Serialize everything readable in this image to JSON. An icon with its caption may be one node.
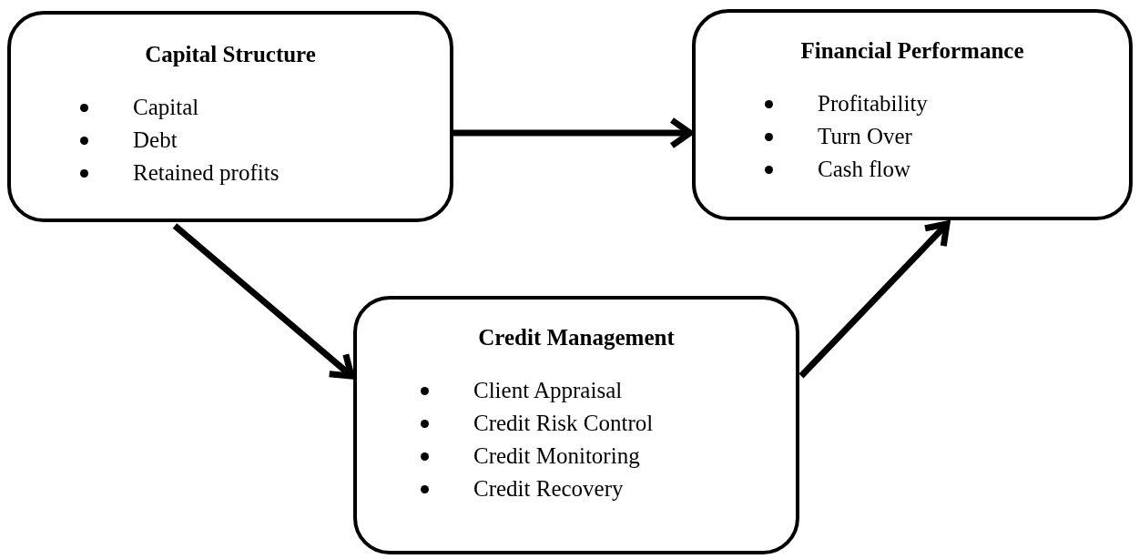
{
  "diagram": {
    "nodes": [
      {
        "text": [
          "Capital Structure",
          "Capital",
          "Debt",
          "Retained profits"
        ]
      },
      {
        "text": [
          "Financial Performance",
          "Profitability",
          "Turn Over",
          "Cash flow"
        ]
      },
      {
        "text": [
          "Credit Management",
          "Client Appraisal",
          "Credit Risk Control",
          "Credit Monitoring",
          "Credit Recovery"
        ]
      }
    ],
    "edges": [
      {
        "from": 0,
        "to": 1,
        "arrow": "to"
      },
      {
        "from": 0,
        "to": 2,
        "arrow": "to"
      },
      {
        "from": 2,
        "to": 1,
        "arrow": "to"
      }
    ]
  }
}
